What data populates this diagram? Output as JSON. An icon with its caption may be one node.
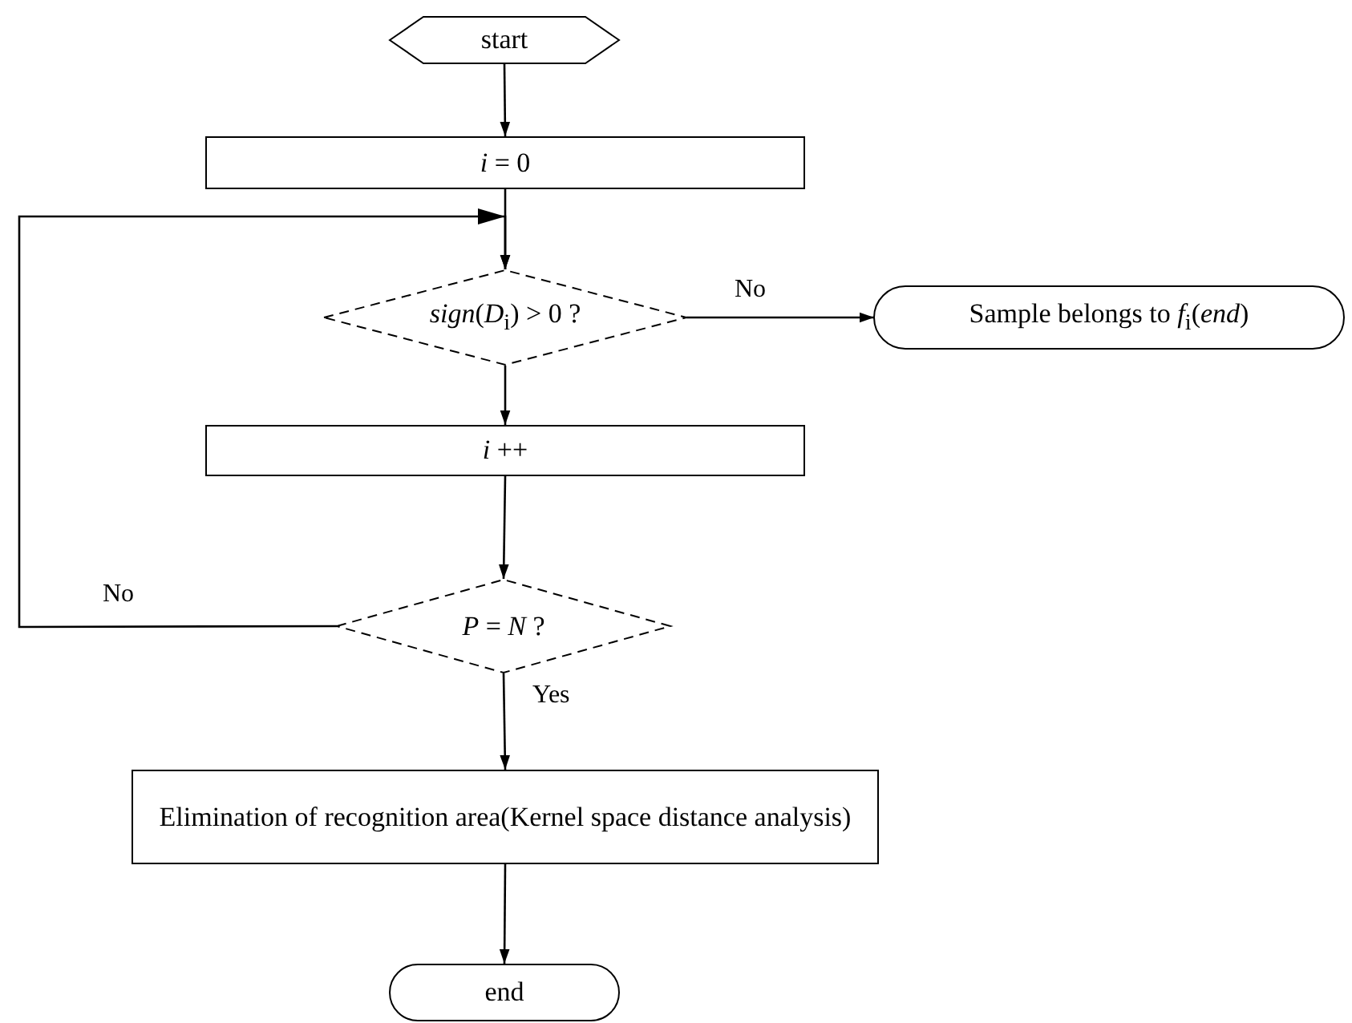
{
  "diagram": {
    "nodes": [
      {
        "text": [
          "start"
        ]
      },
      {
        "text": [
          "*i* = 0"
        ]
      },
      {
        "text": [
          "*sign*(*D*$_{i}$) > 0 ?"
        ]
      },
      {
        "text": [
          "Sample belongs to *f*$_{i}$(*end*)"
        ]
      },
      {
        "text": [
          "*i* ++"
        ]
      },
      {
        "text": [
          "*P* = *N* ?"
        ]
      },
      {
        "text": [
          "Elimination of recognition area(Kernel space distance analysis)"
        ]
      },
      {
        "text": [
          "end"
        ]
      }
    ],
    "edges": [
      {
        "from": 0,
        "to": 1,
        "arrow": "to"
      },
      {
        "from": 1,
        "to": 2,
        "arrow": "to"
      },
      {
        "from": 2,
        "to": 3,
        "arrow": "to",
        "label": "No"
      },
      {
        "from": 2,
        "to": 4,
        "arrow": "to"
      },
      {
        "from": 4,
        "to": 5,
        "arrow": "to"
      },
      {
        "from": 5,
        "to": 2,
        "arrow": "to",
        "label": "No"
      },
      {
        "from": 5,
        "to": 6,
        "arrow": "to",
        "label": "Yes"
      },
      {
        "from": 6,
        "to": 7,
        "arrow": "to"
      }
    ]
  }
}
